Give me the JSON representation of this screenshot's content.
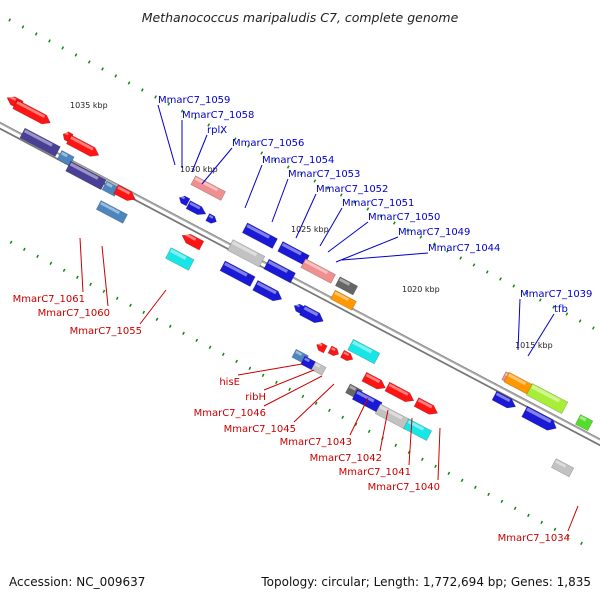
{
  "header": {
    "title": "Methanococcus maripaludis C7, complete genome"
  },
  "footer": {
    "accession": "Accession: NC_009637",
    "topology": "Topology: circular; Length: 1,772,694 bp; Genes: 1,835"
  },
  "colors": {
    "upper_label": "#0000cc",
    "lower_label": "#cc0000",
    "tick": "#0a8a0a",
    "backbone": "#777777",
    "red": "#ff1414",
    "blue": "#1a1ad6",
    "pink": "#ef8f8f",
    "cyan": "#18e6e6",
    "navy": "#4a3f96",
    "steelblue": "#4d86bf",
    "gray": "#666666",
    "lightgray": "#c2c2c2",
    "orange": "#ff9800",
    "lime": "#a8ee38",
    "green": "#55dd2b"
  },
  "scale_labels": [
    "1035 kbp",
    "1030 kbp",
    "1025 kbp",
    "1020 kbp",
    "1015 kbp"
  ],
  "upper_genes": [
    "MmarC7_1059",
    "MmarC7_1058",
    "rplX",
    "MmarC7_1056",
    "MmarC7_1054",
    "MmarC7_1053",
    "MmarC7_1052",
    "MmarC7_1051",
    "MmarC7_1050",
    "MmarC7_1049",
    "MmarC7_1044",
    "MmarC7_1039",
    "tfb"
  ],
  "lower_genes": [
    "MmarC7_1061",
    "MmarC7_1060",
    "MmarC7_1055",
    "hisE",
    "ribH",
    "MmarC7_1046",
    "MmarC7_1045",
    "MmarC7_1043",
    "MmarC7_1042",
    "MmarC7_1041",
    "MmarC7_1040",
    "MmarC7_1034"
  ]
}
